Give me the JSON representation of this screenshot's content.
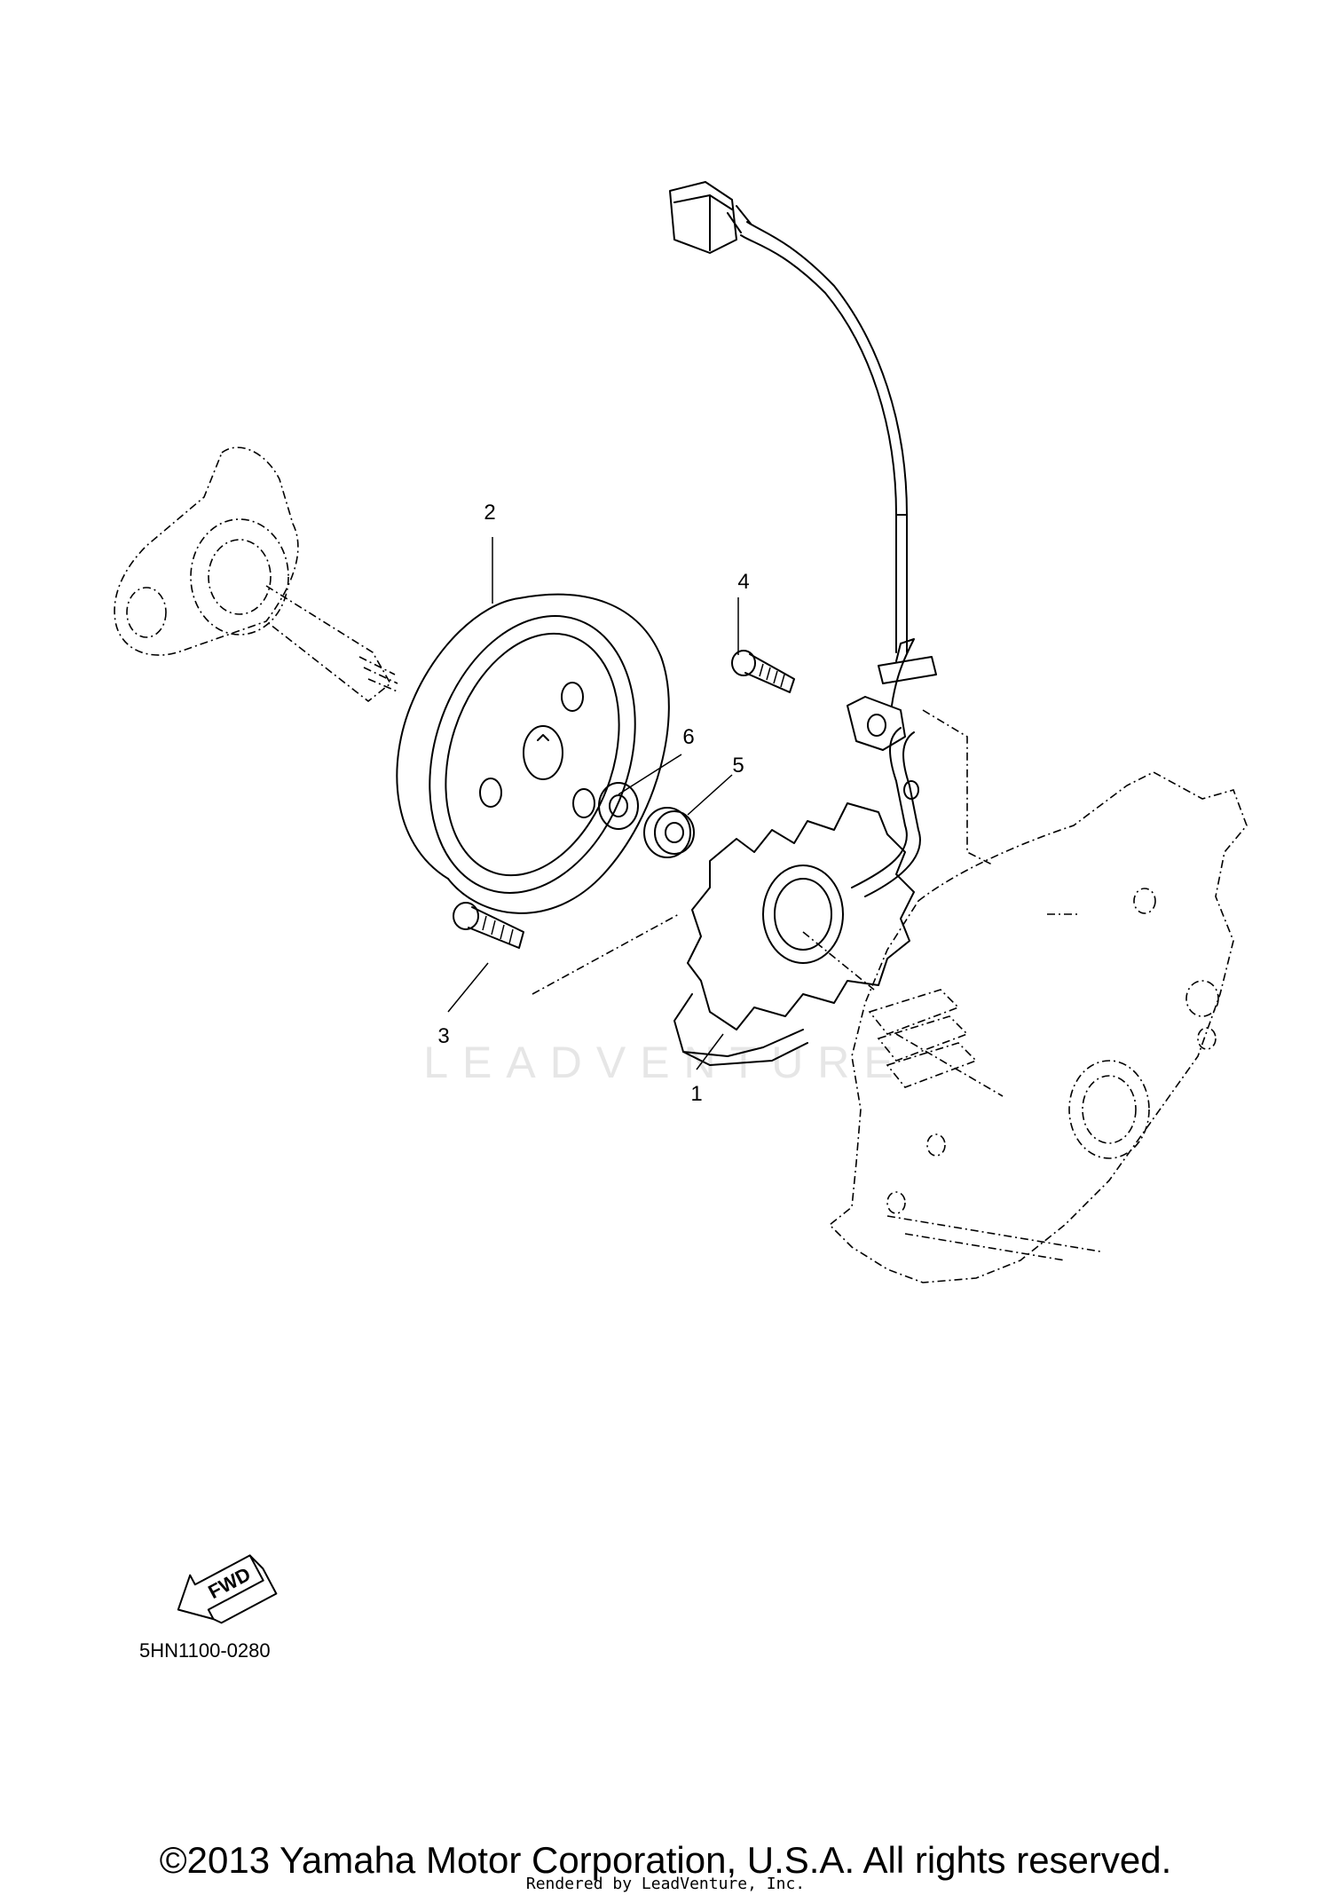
{
  "callouts": [
    {
      "id": "1",
      "label": "1"
    },
    {
      "id": "2",
      "label": "2"
    },
    {
      "id": "3",
      "label": "3"
    },
    {
      "id": "4",
      "label": "4"
    },
    {
      "id": "5",
      "label": "5"
    },
    {
      "id": "6",
      "label": "6"
    }
  ],
  "fwd_label": "FWD",
  "diagram_code": "5HN1100-0280",
  "watermark": "LEADVENTURE",
  "copyright": "©2013 Yamaha Motor Corporation, U.S.A. All rights reserved.",
  "rendered_by": "Rendered by LeadVenture, Inc."
}
